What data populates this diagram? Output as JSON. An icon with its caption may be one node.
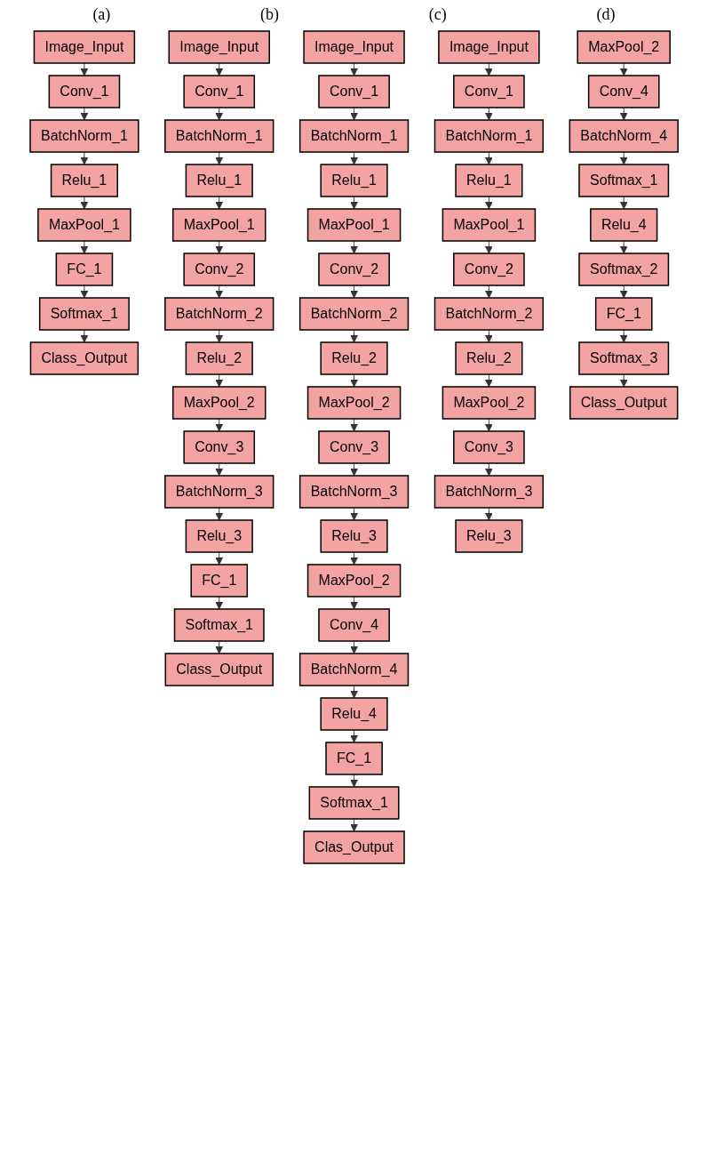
{
  "diagram": {
    "nodes": [
      {
        "text": [
          "Image_Input"
        ]
      },
      {
        "text": [
          "Conv_1"
        ]
      },
      {
        "text": [
          "BatchNorm_1"
        ]
      },
      {
        "text": [
          "Relu_1"
        ]
      },
      {
        "text": [
          "MaxPool_1"
        ]
      },
      {
        "text": [
          "FC_1"
        ]
      },
      {
        "text": [
          "Softmax_1"
        ]
      },
      {
        "text": [
          "Class_Output"
        ]
      },
      {
        "text": [
          "Image_Input"
        ]
      },
      {
        "text": [
          "Conv_1"
        ]
      },
      {
        "text": [
          "BatchNorm_1"
        ]
      },
      {
        "text": [
          "Relu_1"
        ]
      },
      {
        "text": [
          "MaxPool_1"
        ]
      },
      {
        "text": [
          "Conv_2"
        ]
      },
      {
        "text": [
          "BatchNorm_2"
        ]
      },
      {
        "text": [
          "Relu_2"
        ]
      },
      {
        "text": [
          "MaxPool_2"
        ]
      },
      {
        "text": [
          "Conv_3"
        ]
      },
      {
        "text": [
          "Class_Output"
        ]
      },
      {
        "text": [
          "Softmax_1"
        ]
      },
      {
        "text": [
          "FC_1"
        ]
      },
      {
        "text": [
          "Relu_3"
        ]
      },
      {
        "text": [
          "BatchNorm_3"
        ]
      },
      {
        "text": [
          "Image_Input"
        ]
      },
      {
        "text": [
          "Conv_1"
        ]
      },
      {
        "text": [
          "BatchNorm_1"
        ]
      },
      {
        "text": [
          "Relu_1"
        ]
      },
      {
        "text": [
          "MaxPool_1"
        ]
      },
      {
        "text": [
          "Conv_2"
        ]
      },
      {
        "text": [
          "BatchNorm_2"
        ]
      },
      {
        "text": [
          "Relu_2"
        ]
      },
      {
        "text": [
          "MaxPool_2"
        ]
      },
      {
        "text": [
          "Conv_3"
        ]
      },
      {
        "text": [
          "Clas_Output"
        ]
      },
      {
        "text": [
          "Softmax_1"
        ]
      },
      {
        "text": [
          "FC_1"
        ]
      },
      {
        "text": [
          "Relu_4"
        ]
      },
      {
        "text": [
          "BatchNorm_4"
        ]
      },
      {
        "text": [
          "Conv_4"
        ]
      },
      {
        "text": [
          "MaxPool_2"
        ]
      },
      {
        "text": [
          "Relu_3"
        ]
      },
      {
        "text": [
          "BatchNorm_3"
        ]
      },
      {
        "text": [
          "Image_Input"
        ]
      },
      {
        "text": [
          "Conv_1"
        ]
      },
      {
        "text": [
          "BatchNorm_1"
        ]
      },
      {
        "text": [
          "Relu_1"
        ]
      },
      {
        "text": [
          "MaxPool_1"
        ]
      },
      {
        "text": [
          "Conv_2"
        ]
      },
      {
        "text": [
          "BatchNorm_2"
        ]
      },
      {
        "text": [
          "Relu_2"
        ]
      },
      {
        "text": [
          "MaxPool_2"
        ]
      },
      {
        "text": [
          "Conv_3"
        ]
      },
      {
        "text": [
          "BatchNorm_3"
        ]
      },
      {
        "text": [
          "Class_Output"
        ]
      },
      {
        "text": [
          "Softmax_3"
        ]
      },
      {
        "text": [
          "FC_1"
        ]
      },
      {
        "text": [
          "Softmax_2"
        ]
      },
      {
        "text": [
          "Relu_4"
        ]
      },
      {
        "text": [
          "Softmax_1"
        ]
      },
      {
        "text": [
          "BatchNorm_4"
        ]
      },
      {
        "text": [
          "Conv_4"
        ]
      },
      {
        "text": [
          "MaxPool_2"
        ]
      },
      {
        "text": [
          "Relu_3"
        ]
      }
    ],
    "edges": [
      {
        "from": 0,
        "to": 1,
        "arrow": "to"
      },
      {
        "from": 1,
        "to": 2,
        "arrow": "to"
      },
      {
        "from": 2,
        "to": 3,
        "arrow": "to"
      },
      {
        "from": 3,
        "to": 4,
        "arrow": "to"
      },
      {
        "from": 4,
        "to": 5,
        "arrow": "to"
      },
      {
        "from": 5,
        "to": 6,
        "arrow": "to"
      },
      {
        "from": 6,
        "to": 7,
        "arrow": "to"
      },
      {
        "from": 8,
        "to": 9,
        "arrow": "to"
      },
      {
        "from": 9,
        "to": 10,
        "arrow": "to"
      },
      {
        "from": 10,
        "to": 11,
        "arrow": "to"
      },
      {
        "from": 11,
        "to": 12,
        "arrow": "to"
      },
      {
        "from": 12,
        "to": 13,
        "arrow": "to"
      },
      {
        "from": 13,
        "to": 14,
        "arrow": "to"
      },
      {
        "from": 14,
        "to": 15,
        "arrow": "to"
      },
      {
        "from": 15,
        "to": 16,
        "arrow": "to"
      },
      {
        "from": 16,
        "to": 17,
        "arrow": "to"
      },
      {
        "from": 17,
        "to": 22,
        "arrow": "to"
      },
      {
        "from": 22,
        "to": 21,
        "arrow": "to"
      },
      {
        "from": 21,
        "to": 20,
        "arrow": "to"
      },
      {
        "from": 20,
        "to": 19,
        "arrow": "to"
      },
      {
        "from": 19,
        "to": 18,
        "arrow": "to"
      },
      {
        "from": 23,
        "to": 24,
        "arrow": "to"
      },
      {
        "from": 24,
        "to": 25,
        "arrow": "to"
      },
      {
        "from": 25,
        "to": 26,
        "arrow": "to"
      },
      {
        "from": 26,
        "to": 27,
        "arrow": "to"
      },
      {
        "from": 27,
        "to": 28,
        "arrow": "to"
      },
      {
        "from": 28,
        "to": 29,
        "arrow": "to"
      },
      {
        "from": 29,
        "to": 30,
        "arrow": "to"
      },
      {
        "from": 30,
        "to": 31,
        "arrow": "to"
      },
      {
        "from": 31,
        "to": 32,
        "arrow": "to"
      },
      {
        "from": 32,
        "to": 41,
        "arrow": "to"
      },
      {
        "from": 41,
        "to": 40,
        "arrow": "to"
      },
      {
        "from": 40,
        "to": 39,
        "arrow": "to"
      },
      {
        "from": 39,
        "to": 38,
        "arrow": "to"
      },
      {
        "from": 38,
        "to": 37,
        "arrow": "to"
      },
      {
        "from": 37,
        "to": 36,
        "arrow": "to"
      },
      {
        "from": 36,
        "to": 35,
        "arrow": "to"
      },
      {
        "from": 35,
        "to": 34,
        "arrow": "to"
      },
      {
        "from": 34,
        "to": 33,
        "arrow": "to"
      },
      {
        "from": 42,
        "to": 43,
        "arrow": "to"
      },
      {
        "from": 43,
        "to": 44,
        "arrow": "to"
      },
      {
        "from": 44,
        "to": 45,
        "arrow": "to"
      },
      {
        "from": 45,
        "to": 46,
        "arrow": "to"
      },
      {
        "from": 46,
        "to": 47,
        "arrow": "to"
      },
      {
        "from": 47,
        "to": 48,
        "arrow": "to"
      },
      {
        "from": 48,
        "to": 49,
        "arrow": "to"
      },
      {
        "from": 49,
        "to": 50,
        "arrow": "to"
      },
      {
        "from": 50,
        "to": 51,
        "arrow": "to"
      },
      {
        "from": 51,
        "to": 52,
        "arrow": "to"
      },
      {
        "from": 52,
        "to": 62,
        "arrow": "to"
      },
      {
        "from": 61,
        "to": 60,
        "arrow": "to"
      },
      {
        "from": 60,
        "to": 59,
        "arrow": "to"
      },
      {
        "from": 59,
        "to": 58,
        "arrow": "to"
      },
      {
        "from": 58,
        "to": 57,
        "arrow": "to"
      },
      {
        "from": 57,
        "to": 56,
        "arrow": "to"
      },
      {
        "from": 56,
        "to": 55,
        "arrow": "to"
      },
      {
        "from": 55,
        "to": 54,
        "arrow": "to"
      },
      {
        "from": 54,
        "to": 53,
        "arrow": "to"
      }
    ],
    "labels": [
      "(a)",
      "(b)",
      "(c)",
      "(d)"
    ]
  }
}
